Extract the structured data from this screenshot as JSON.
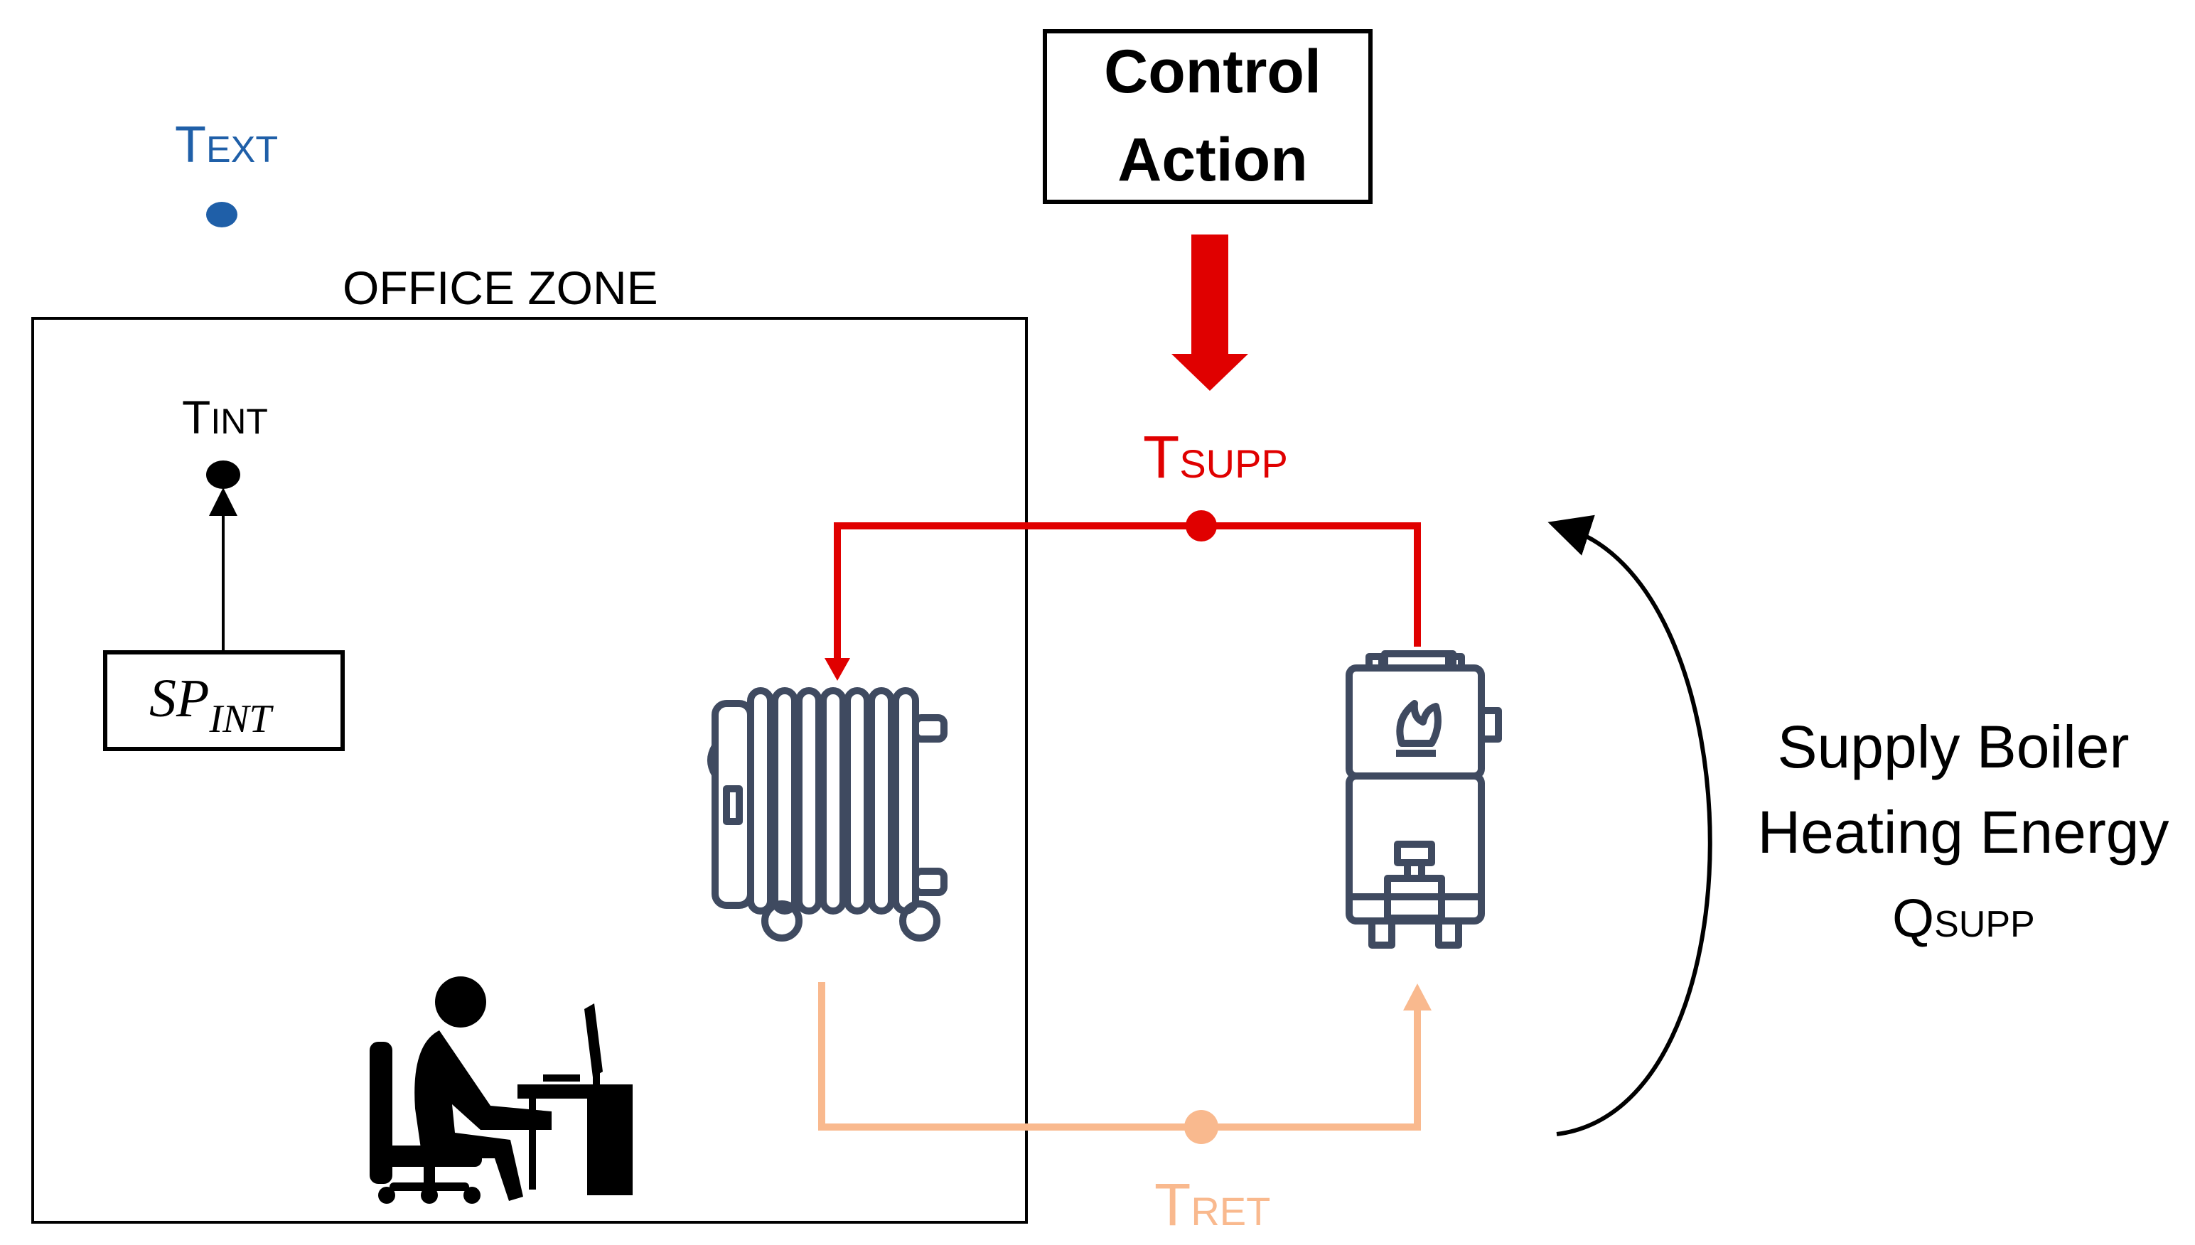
{
  "colors": {
    "ink": "#000000",
    "supply_red": "#e00000",
    "return_peach": "#f9b98e",
    "text_ext_blue": "#1f5fa8",
    "icon_gray": "#3f4a60"
  },
  "control_box": {
    "line1": "Control",
    "line2": "Action"
  },
  "labels": {
    "t_ext": {
      "main": "T",
      "sub": "EXT"
    },
    "office_zone": "OFFICE ZONE",
    "t_int": {
      "main": "T",
      "sub": "INT"
    },
    "sp_int": {
      "main": "SP",
      "sub": "INT"
    },
    "t_supp": {
      "main": "T",
      "sub": "SUPP"
    },
    "t_ret": {
      "main": "T",
      "sub": "RET"
    }
  },
  "boiler_energy": {
    "line1": "Supply Boiler",
    "line2": "Heating Energy",
    "q_main": "Q",
    "q_sub": "SUPP"
  },
  "icons": {
    "radiator": "radiator-icon",
    "boiler": "boiler-icon",
    "person": "person-at-desk-icon"
  }
}
